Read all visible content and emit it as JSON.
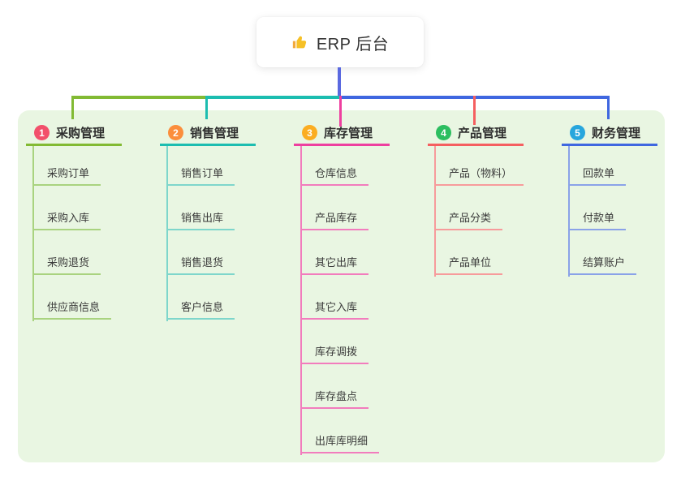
{
  "root": {
    "label": "ERP 后台",
    "icon": "thumbs-up-icon",
    "icon_color": "#f6c026"
  },
  "canvas": {
    "background": "#e9f6e2"
  },
  "connectors": {
    "root_stem_color": "#5a69e0"
  },
  "branches": [
    {
      "num": "1",
      "label": "采购管理",
      "badge_color": "#f2506b",
      "line_color": "#82ba33",
      "child_line_color": "#a9d37f",
      "children": [
        "采购订单",
        "采购入库",
        "采购退货",
        "供应商信息"
      ]
    },
    {
      "num": "2",
      "label": "销售管理",
      "badge_color": "#fb8e3c",
      "line_color": "#1cbdb0",
      "child_line_color": "#7ed6cb",
      "children": [
        "销售订单",
        "销售出库",
        "销售退货",
        "客户信息"
      ]
    },
    {
      "num": "3",
      "label": "库存管理",
      "badge_color": "#fbad21",
      "line_color": "#ee3f9f",
      "child_line_color": "#f27cbd",
      "children": [
        "仓库信息",
        "产品库存",
        "其它出库",
        "其它入库",
        "库存调拨",
        "库存盘点",
        "出库库明细"
      ]
    },
    {
      "num": "4",
      "label": "产品管理",
      "badge_color": "#2cbe60",
      "line_color": "#f55f60",
      "child_line_color": "#f79b9b",
      "children": [
        "产品（物料）",
        "产品分类",
        "产品单位"
      ]
    },
    {
      "num": "5",
      "label": "财务管理",
      "badge_color": "#27a6dd",
      "line_color": "#3f67e0",
      "child_line_color": "#8aa2e8",
      "children": [
        "回款单",
        "付款单",
        "结算账户"
      ]
    }
  ]
}
